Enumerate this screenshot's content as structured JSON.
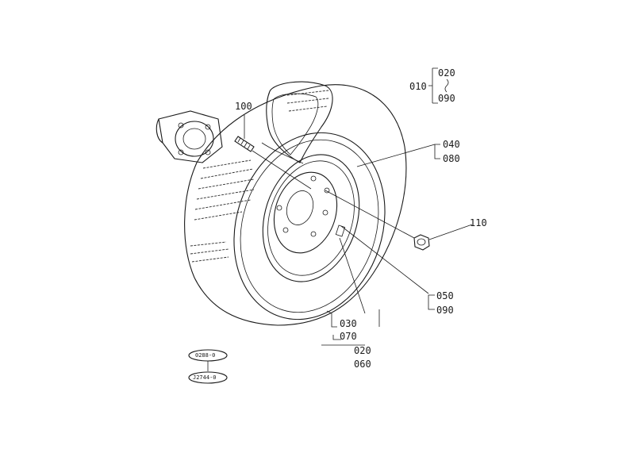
{
  "labels": {
    "l010": "010",
    "l020a": "020",
    "l090a": "090",
    "l100": "100",
    "l040": "040",
    "l080": "080",
    "l110": "110",
    "l050": "050",
    "l090b": "090",
    "l030": "030",
    "l070": "070",
    "l020b": "020",
    "l060": "060",
    "stamp1": "0288-0",
    "stamp2": "J2744-0"
  }
}
